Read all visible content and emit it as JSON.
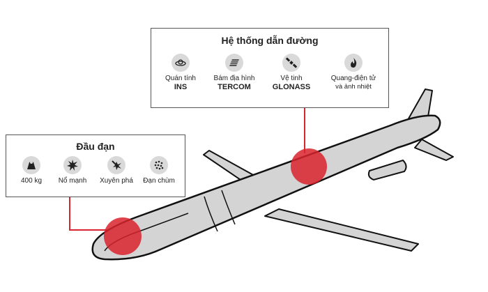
{
  "guidance_panel": {
    "title": "Hệ thống dẫn đường",
    "items": [
      {
        "label": "Quán tính",
        "code": "INS",
        "icon": "gyroscope-icon"
      },
      {
        "label": "Bám địa hình",
        "code": "TERCOM",
        "icon": "terrain-map-icon"
      },
      {
        "label": "Vệ tinh",
        "code": "GLONASS",
        "icon": "satellite-icon"
      },
      {
        "label_line1": "Quang-điện tử",
        "label_line2": "và ảnh nhiệt",
        "icon": "flame-icon"
      }
    ]
  },
  "warhead_panel": {
    "title": "Đầu đạn",
    "items": [
      {
        "label": "400 kg",
        "icon": "weight-icon"
      },
      {
        "label": "Nổ mạnh",
        "icon": "explosion-icon"
      },
      {
        "label": "Xuyên phá",
        "icon": "penetration-icon"
      },
      {
        "label": "Đạn chùm",
        "icon": "cluster-icon"
      }
    ]
  },
  "colors": {
    "highlight": "#d9232e",
    "missile_body": "#d4d4d4",
    "outline": "#111111",
    "icon_circle": "#d9d9d9"
  }
}
